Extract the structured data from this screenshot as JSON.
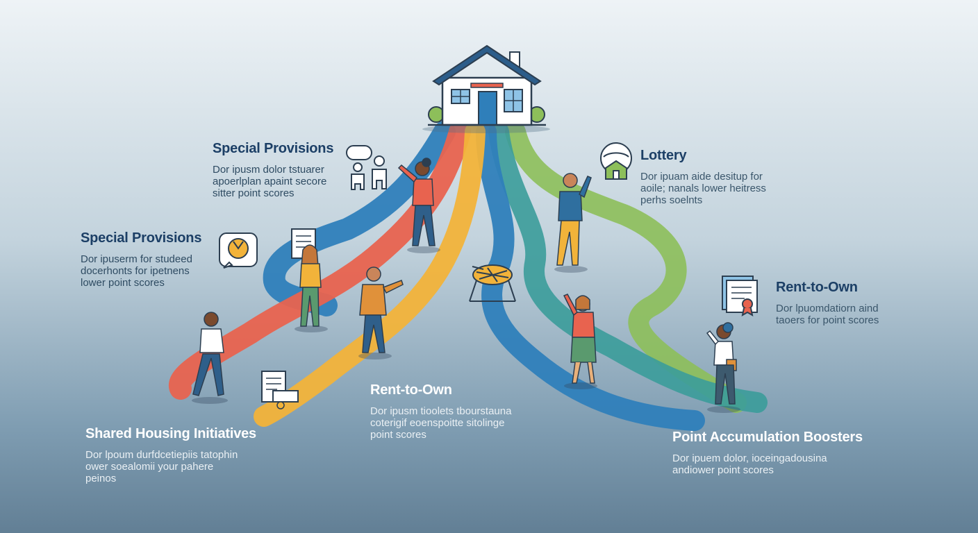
{
  "labels": {
    "special_provisions_top": {
      "title": "Special Provisions",
      "lines": [
        "Dor ipusm dolor tstuarer",
        "apoerlplan apaint secore",
        "sitter point scores"
      ]
    },
    "special_provisions_left": {
      "title": "Special Provisions",
      "lines": [
        "Dor ipuserm for studeed",
        "docerhonts for ipetnens",
        "lower point scores"
      ]
    },
    "lottery": {
      "title": "Lottery",
      "lines": [
        "Dor ipuam aide desitup for",
        "aoile; nanals lower heitress",
        "perhs soelnts"
      ]
    },
    "rent_to_own_right": {
      "title": "Rent-to-Own",
      "lines": [
        "Dor lpuomdatiorn aind",
        "taoers for point scores"
      ]
    },
    "rent_to_own_center": {
      "title": "Rent-to-Own",
      "lines": [
        "Dor ipusm tioolets tbourstauna",
        "coterigif eoenspoitte sitolinge",
        "point scores"
      ]
    },
    "shared_housing": {
      "title": "Shared Housing Initiatives",
      "lines": [
        "Dor lpoum durfdcetiepiis tatophin",
        "ower soealomii your pahere",
        "peinos"
      ]
    },
    "point_boosters": {
      "title": "Point Accumulation Boosters",
      "lines": [
        "Dor ipuem dolor, ioceingadousina",
        "andiower point scores"
      ]
    }
  },
  "icons": [
    "house-icon",
    "family-icon",
    "certificate-icon",
    "document-icon",
    "lottery-drum-icon",
    "lottery-ball-icon",
    "contract-icon",
    "badge-icon"
  ],
  "colors": {
    "title": "#1c3f66",
    "path_red": "#e8634f",
    "path_yellow": "#f2b33a",
    "path_blue": "#2f7fba",
    "path_teal": "#3b9c9a",
    "path_green": "#8dbf5a",
    "house_roof": "#2c5d8a",
    "house_door": "#2f7fba"
  }
}
